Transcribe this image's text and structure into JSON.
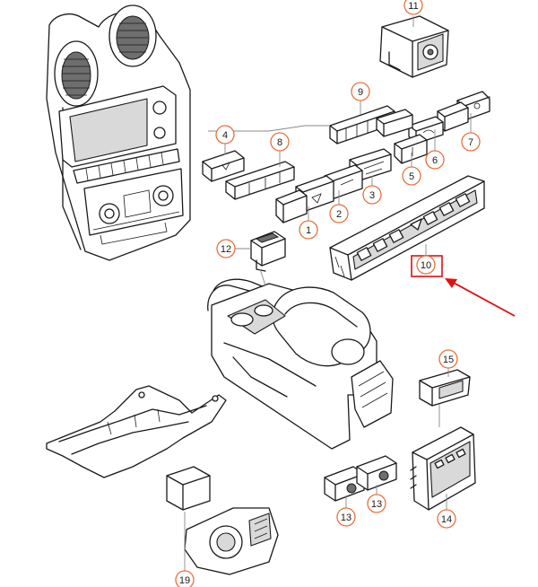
{
  "colors": {
    "callout_circle": "#e8703a",
    "callout_text": "#1a1a1a",
    "highlight_box": "#e01010",
    "arrow": "#e01010",
    "line_art": "#1a1a1a"
  },
  "callouts": [
    {
      "id": "callout-11",
      "label": "11"
    },
    {
      "id": "callout-9",
      "label": "9"
    },
    {
      "id": "callout-4",
      "label": "4"
    },
    {
      "id": "callout-8",
      "label": "8"
    },
    {
      "id": "callout-7",
      "label": "7"
    },
    {
      "id": "callout-6",
      "label": "6"
    },
    {
      "id": "callout-5",
      "label": "5"
    },
    {
      "id": "callout-3",
      "label": "3"
    },
    {
      "id": "callout-2",
      "label": "2"
    },
    {
      "id": "callout-1",
      "label": "1"
    },
    {
      "id": "callout-12",
      "label": "12"
    },
    {
      "id": "callout-10",
      "label": "10"
    },
    {
      "id": "callout-15",
      "label": "15"
    },
    {
      "id": "callout-13a",
      "label": "13"
    },
    {
      "id": "callout-13b",
      "label": "13"
    },
    {
      "id": "callout-14",
      "label": "14"
    },
    {
      "id": "callout-19",
      "label": "19"
    }
  ],
  "highlight": {
    "target": "10",
    "arrow_icon": "red-arrow-icon"
  }
}
